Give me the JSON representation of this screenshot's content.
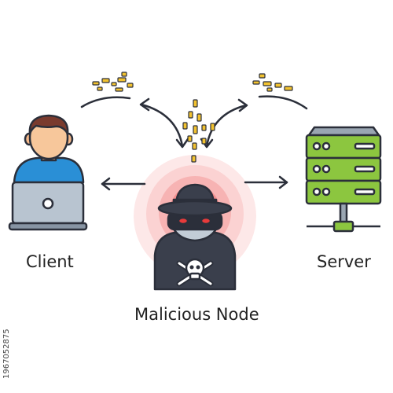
{
  "nodes": {
    "client": {
      "label": "Client",
      "icon": "user-with-laptop-icon"
    },
    "server": {
      "label": "Server",
      "icon": "server-rack-icon"
    },
    "attacker": {
      "label": "Malicious Node",
      "icon": "hacker-skull-icon"
    }
  },
  "stock_id": "1967052875",
  "colors": {
    "outline": "#2b2f3a",
    "data_bits": "#f2c230",
    "alert_glow": "#f26b6b",
    "server_green": "#8cc63f",
    "shirt_blue": "#2a8fd6",
    "laptop_gray": "#b8c4d0",
    "hoodie": "#3a3f4c"
  }
}
